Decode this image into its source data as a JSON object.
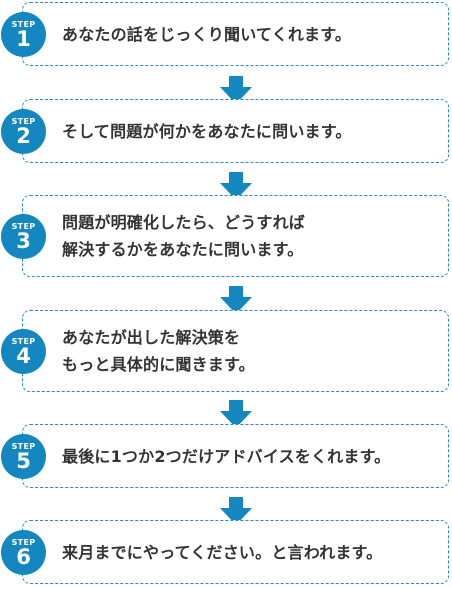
{
  "colors": {
    "accent": "#1487c1",
    "border": "#1f8fbf",
    "text": "#333333"
  },
  "steps": [
    {
      "badge_word": "STEP",
      "number": "1",
      "text": "あなたの話をじっくり聞いてくれます。"
    },
    {
      "badge_word": "STEP",
      "number": "2",
      "text": "そして問題が何かをあなたに問います。"
    },
    {
      "badge_word": "STEP",
      "number": "3",
      "text": "問題が明確化したら、どうすれば\n解決するかをあなたに問います。"
    },
    {
      "badge_word": "STEP",
      "number": "4",
      "text": "あなたが出した解決策を\nもっと具体的に聞きます。"
    },
    {
      "badge_word": "STEP",
      "number": "5",
      "text": "最後に1つか2つだけアドバイスをくれます。"
    },
    {
      "badge_word": "STEP",
      "number": "6",
      "text": "来月までにやってください。と言われます。"
    }
  ],
  "arrow_icon": "down-arrow-icon"
}
